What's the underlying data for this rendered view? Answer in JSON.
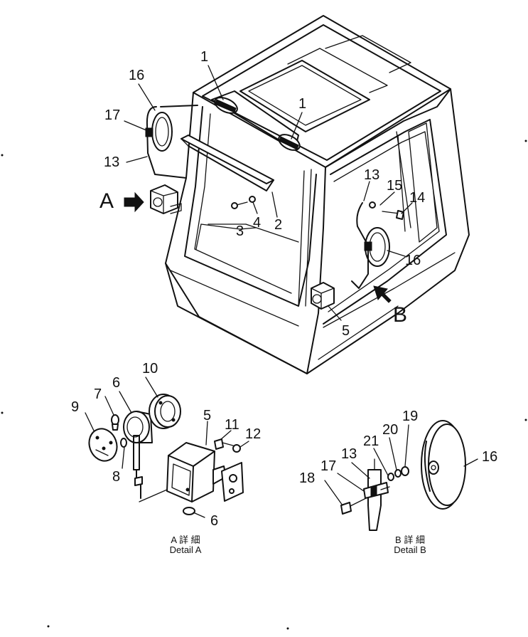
{
  "callouts": {
    "c1a": "1",
    "c1b": "1",
    "c2": "2",
    "c3": "3",
    "c4": "4",
    "c5a": "5",
    "c5b": "5",
    "c6a": "6",
    "c6b": "6",
    "c7": "7",
    "c8": "8",
    "c9": "9",
    "c10": "10",
    "c11": "11",
    "c12": "12",
    "c13a": "13",
    "c13b": "13",
    "c13c": "13",
    "c14": "14",
    "c15": "15",
    "c16a": "16",
    "c16b": "16",
    "c16c": "16",
    "c17a": "17",
    "c17b": "17",
    "c18": "18",
    "c19": "19",
    "c20": "20",
    "c21": "21"
  },
  "view_markers": {
    "a": "A",
    "b": "B"
  },
  "detail_a": {
    "jp": "A 詳 細",
    "en": "Detail A"
  },
  "detail_b": {
    "jp": "B 詳 細",
    "en": "Detail B"
  }
}
